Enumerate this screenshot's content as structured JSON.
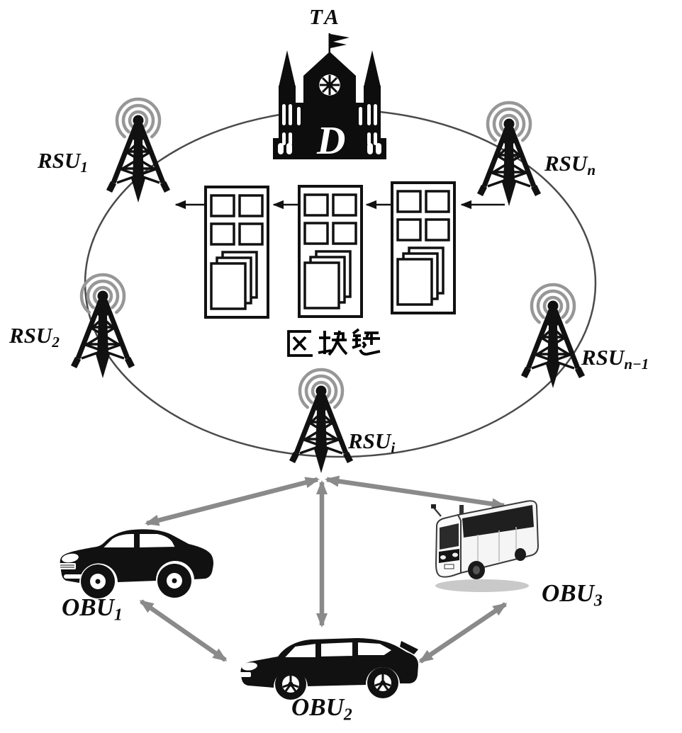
{
  "figure": {
    "ta": {
      "label": "TA",
      "building_letter": "D"
    },
    "blockchain": {
      "label": "区块链",
      "block_count": 3
    },
    "rsus": [
      {
        "name": "RSU",
        "sub": "1"
      },
      {
        "name": "RSU",
        "sub": "2"
      },
      {
        "name": "RSU",
        "sub": "i"
      },
      {
        "name": "RSU",
        "sub": "n−1"
      },
      {
        "name": "RSU",
        "sub": "n"
      }
    ],
    "obus": [
      {
        "name": "OBU",
        "sub": "1",
        "vehicle": "car"
      },
      {
        "name": "OBU",
        "sub": "2",
        "vehicle": "car"
      },
      {
        "name": "OBU",
        "sub": "3",
        "vehicle": "bus"
      }
    ],
    "colors": {
      "ink": "#111111",
      "arrow_gray": "#8a8a8a",
      "signal_gray": "#979797",
      "ring_gray": "#4a4a4a",
      "background": "#ffffff"
    }
  }
}
